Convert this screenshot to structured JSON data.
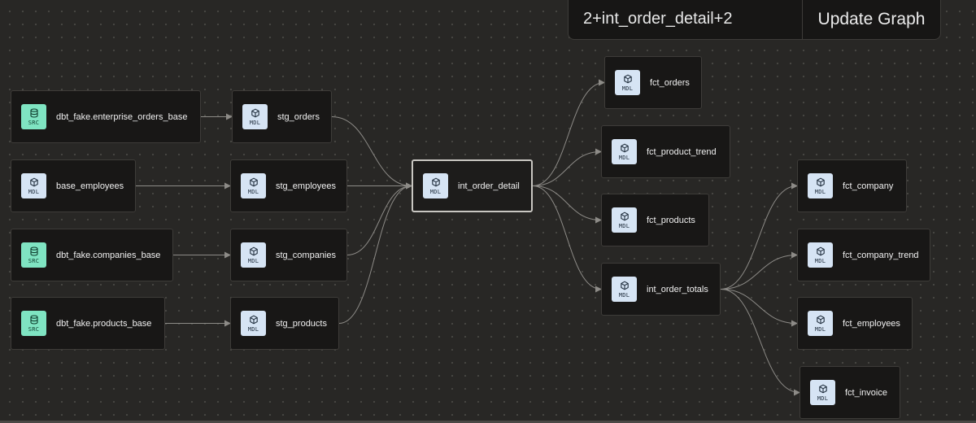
{
  "toolbar": {
    "selector_value": "2+int_order_detail+2",
    "update_button_label": "Update Graph"
  },
  "icons": {
    "source": "database-icon",
    "model": "cube-icon"
  },
  "colors": {
    "canvas_bg": "#282725",
    "node_bg": "#181716",
    "node_border": "#3e3c39",
    "selected_border": "#c9c7c2",
    "src_badge": "#7fe4c2",
    "mdl_badge": "#d6e4f4",
    "edge": "#8d8b87"
  },
  "nodes": [
    {
      "id": "dbt_fake_enterprise_orders_base",
      "label": "dbt_fake.enterprise_orders_base",
      "kind": "SRC",
      "selected": false
    },
    {
      "id": "base_employees",
      "label": "base_employees",
      "kind": "MDL",
      "selected": false
    },
    {
      "id": "dbt_fake_companies_base",
      "label": "dbt_fake.companies_base",
      "kind": "SRC",
      "selected": false
    },
    {
      "id": "dbt_fake_products_base",
      "label": "dbt_fake.products_base",
      "kind": "SRC",
      "selected": false
    },
    {
      "id": "stg_orders",
      "label": "stg_orders",
      "kind": "MDL",
      "selected": false
    },
    {
      "id": "stg_employees",
      "label": "stg_employees",
      "kind": "MDL",
      "selected": false
    },
    {
      "id": "stg_companies",
      "label": "stg_companies",
      "kind": "MDL",
      "selected": false
    },
    {
      "id": "stg_products",
      "label": "stg_products",
      "kind": "MDL",
      "selected": false
    },
    {
      "id": "int_order_detail",
      "label": "int_order_detail",
      "kind": "MDL",
      "selected": true
    },
    {
      "id": "fct_orders",
      "label": "fct_orders",
      "kind": "MDL",
      "selected": false
    },
    {
      "id": "fct_product_trend",
      "label": "fct_product_trend",
      "kind": "MDL",
      "selected": false
    },
    {
      "id": "fct_products",
      "label": "fct_products",
      "kind": "MDL",
      "selected": false
    },
    {
      "id": "int_order_totals",
      "label": "int_order_totals",
      "kind": "MDL",
      "selected": false
    },
    {
      "id": "fct_company",
      "label": "fct_company",
      "kind": "MDL",
      "selected": false
    },
    {
      "id": "fct_company_trend",
      "label": "fct_company_trend",
      "kind": "MDL",
      "selected": false
    },
    {
      "id": "fct_employees",
      "label": "fct_employees",
      "kind": "MDL",
      "selected": false
    },
    {
      "id": "fct_invoice",
      "label": "fct_invoice",
      "kind": "MDL",
      "selected": false
    }
  ],
  "edges": [
    {
      "from": "dbt_fake_enterprise_orders_base",
      "to": "stg_orders"
    },
    {
      "from": "base_employees",
      "to": "stg_employees"
    },
    {
      "from": "dbt_fake_companies_base",
      "to": "stg_companies"
    },
    {
      "from": "dbt_fake_products_base",
      "to": "stg_products"
    },
    {
      "from": "stg_orders",
      "to": "int_order_detail"
    },
    {
      "from": "stg_employees",
      "to": "int_order_detail"
    },
    {
      "from": "stg_companies",
      "to": "int_order_detail"
    },
    {
      "from": "stg_products",
      "to": "int_order_detail"
    },
    {
      "from": "base_employees",
      "to": "int_order_detail"
    },
    {
      "from": "int_order_detail",
      "to": "fct_orders"
    },
    {
      "from": "int_order_detail",
      "to": "fct_product_trend"
    },
    {
      "from": "int_order_detail",
      "to": "fct_products"
    },
    {
      "from": "int_order_detail",
      "to": "int_order_totals"
    },
    {
      "from": "int_order_totals",
      "to": "fct_company"
    },
    {
      "from": "int_order_totals",
      "to": "fct_company_trend"
    },
    {
      "from": "int_order_totals",
      "to": "fct_employees"
    },
    {
      "from": "int_order_totals",
      "to": "fct_invoice"
    }
  ]
}
